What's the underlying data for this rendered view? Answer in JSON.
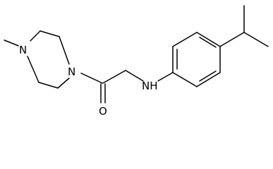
{
  "molecule": {
    "atoms": {
      "n_piperazine_methyl": "N",
      "n_piperazine_amide": "N",
      "o_carbonyl": "O",
      "nh_amine": "NH"
    }
  }
}
